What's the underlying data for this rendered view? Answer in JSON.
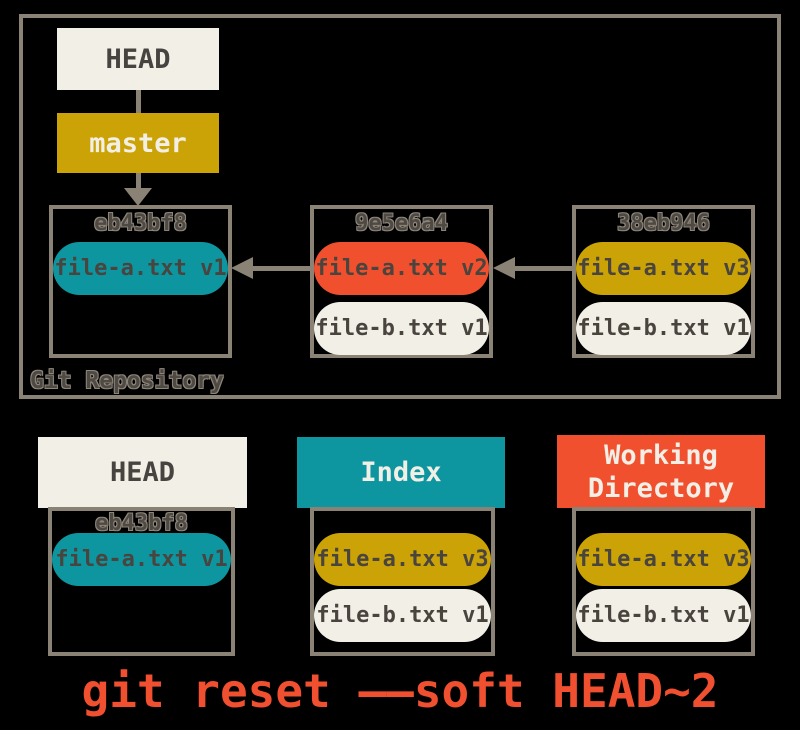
{
  "colors": {
    "background": "#000000",
    "frame_and_arrows": "#8b8276",
    "cream": "#f2efe6",
    "teal": "#0e96a0",
    "gold": "#cba306",
    "red": "#f1502e",
    "dark_text": "#474340",
    "hash_text": "#4e4942",
    "caption_orange": "#f0502f"
  },
  "repository": {
    "label": "Git Repository",
    "head_ref": "HEAD",
    "branch": "master",
    "commits": [
      {
        "hash": "eb43bf8",
        "files": [
          {
            "label": "file-a.txt v1",
            "color": "teal"
          }
        ]
      },
      {
        "hash": "9e5e6a4",
        "files": [
          {
            "label": "file-a.txt v2",
            "color": "red"
          },
          {
            "label": "file-b.txt v1",
            "color": "cream"
          }
        ]
      },
      {
        "hash": "38eb946",
        "files": [
          {
            "label": "file-a.txt v3",
            "color": "gold"
          },
          {
            "label": "file-b.txt v1",
            "color": "cream"
          }
        ]
      }
    ]
  },
  "areas": [
    {
      "title": "HEAD",
      "hash": "eb43bf8",
      "files": [
        {
          "label": "file-a.txt v1",
          "color": "teal"
        }
      ]
    },
    {
      "title": "Index",
      "hash": "",
      "files": [
        {
          "label": "file-a.txt v3",
          "color": "gold"
        },
        {
          "label": "file-b.txt v1",
          "color": "cream"
        }
      ]
    },
    {
      "title_line1": "Working",
      "title_line2": "Directory",
      "hash": "",
      "files": [
        {
          "label": "file-a.txt v3",
          "color": "gold"
        },
        {
          "label": "file-b.txt v1",
          "color": "cream"
        }
      ]
    }
  ],
  "caption": "git reset ——soft HEAD~2"
}
